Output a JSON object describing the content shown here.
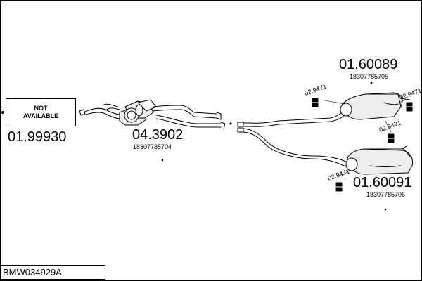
{
  "diagram_code": "BMW034929A",
  "not_available": {
    "line1": "NOT",
    "line2": "AVAILABLE",
    "part_number": "01.99930"
  },
  "catalyst_section": {
    "part_number": "04.3902",
    "oem_number": "18307785704"
  },
  "upper_rear_silencer": {
    "part_number": "01.60089",
    "oem_number": "18307785705"
  },
  "lower_rear_silencer": {
    "part_number": "01.60091",
    "oem_number": "18307785706"
  },
  "mounting_rubbers": [
    {
      "part_number": "02.9471"
    },
    {
      "part_number": "02.9471"
    },
    {
      "part_number": "02.9471"
    },
    {
      "part_number": "02.9471"
    }
  ],
  "icons": {
    "mount": "rubber-mount-icon",
    "clamp": "pipe-clamp-icon"
  },
  "colors": {
    "line": "#000000",
    "background": "#ffffff",
    "body_fill": "#eeeeee"
  }
}
